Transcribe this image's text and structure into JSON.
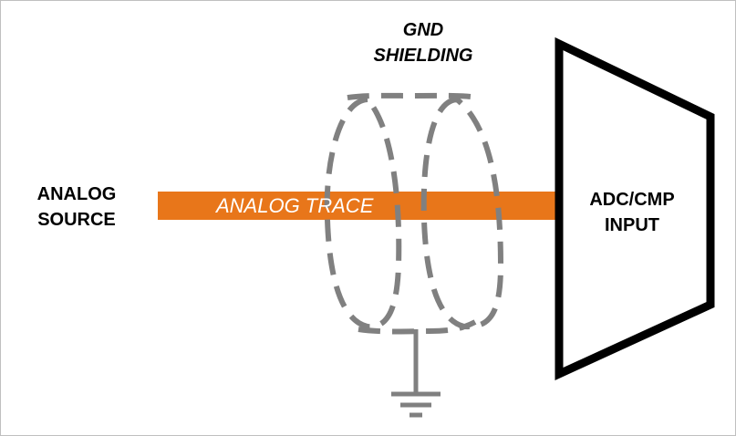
{
  "labels": {
    "source_line1": "ANALOG",
    "source_line2": "SOURCE",
    "trace": "ANALOG TRACE",
    "gnd_line1": "GND",
    "gnd_line2": "SHIELDING",
    "adc_line1": "ADC/CMP",
    "adc_line2": "INPUT"
  },
  "colors": {
    "trace": "#e8761a",
    "shield": "#808080",
    "ground": "#808080",
    "adc_outline": "#000000",
    "frame_border": "#bfbfbf"
  },
  "icons": [
    "ground-symbol-icon"
  ]
}
